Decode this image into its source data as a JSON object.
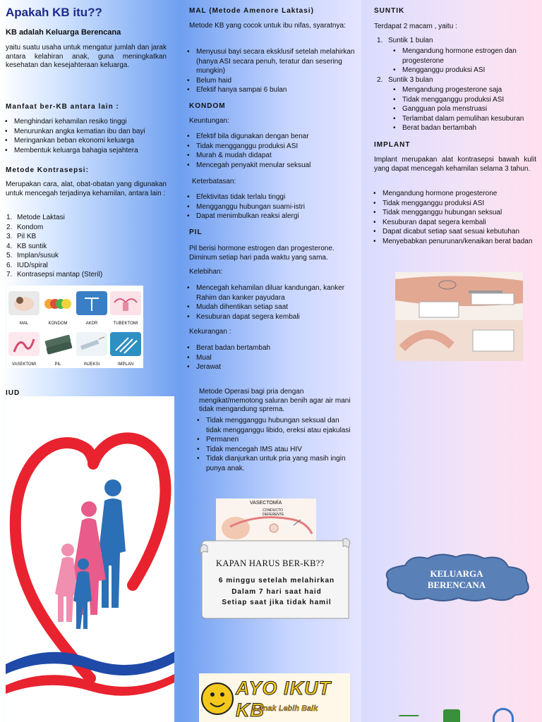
{
  "panel1": {
    "title": "Apakah KB itu??",
    "subtitle": "KB adalah Keluarga Berencana",
    "intro": "yaitu suatu usaha untuk mengatur jumlah dan jarak antara kelahiran anak, guna meningkatkan kesehatan dan kesejahteraan keluarga.",
    "manfaat_heading": "Manfaat ber-KB antara lain :",
    "manfaat_items": [
      "Menghindari kehamilan resiko tinggi",
      "Menurunkan angka kematian ibu dan bayi",
      "Meringankan beban ekonomi keluarga",
      "Membentuk keluarga bahagia sejahtera"
    ],
    "metode_heading": "Metode Kontrasepsi:",
    "metode_intro": "Merupakan cara, alat, obat-obatan yang digunakan untuk mencegah terjadinya kehamilan, antara lain :",
    "metode_items": [
      {
        "n": "1.",
        "t": "Metode Laktasi"
      },
      {
        "n": "2.",
        "t": "Kondom"
      },
      {
        "n": "3.",
        "t": "Pil KB"
      },
      {
        "n": "4.",
        "t": "KB suntik"
      },
      {
        "n": "5.",
        "t": "Implan/susuk"
      },
      {
        "n": "6.",
        "t": "IUD/spiral"
      },
      {
        "n": "7.",
        "t": "Kontrasepsi mantap (Steril)"
      }
    ],
    "grid_labels": [
      "MAL",
      "KONDOM",
      "AKDR",
      "TUBEKTOMI",
      "VASEKTOMI",
      "PIL",
      "INJEKSI",
      "IMPLAN"
    ],
    "iud_heading": "IUD"
  },
  "panel2": {
    "mal_heading": "MAL (Metode Amenore Laktasi)",
    "mal_intro": "Metode KB yang cocok untuk ibu nifas, syaratnya:",
    "mal_items": [
      "Menyusui bayi secara eksklusif setelah melahirkan (hanya ASI secara penuh, teratur dan sesering mungkin)",
      "Belum haid",
      "Efektif hanya sampai 6 bulan"
    ],
    "kondom_heading": "KONDOM",
    "keuntungan_label": "Keuntungan:",
    "keuntungan_items": [
      "Efektif bila digunakan dengan benar",
      "Tidak mengganggu produksi ASI",
      "Murah & mudah didapat",
      "Mencegah penyakit menular seksual"
    ],
    "keterbatasan_label": "Keterbatasan:",
    "keterbatasan_items": [
      "Efektivitas tidak terlalu tinggi",
      "Mengganggu hubungan suami-istri",
      "Dapat menimbulkan reaksi alergi"
    ],
    "pil_heading": "PIL",
    "pil_intro": "Pil berisi hormone estrogen dan progesterone. Diminum setiap hari pada waktu yang sama.",
    "kelebihan_label": "Kelebihan:",
    "kelebihan_items": [
      "Mencegah kehamilan diluar kandungan, kanker Rahim dan kanker payudara",
      "Mudah dihentikan setiap saat",
      "Kesuburan dapat segera kembali"
    ],
    "kekurangan_label": "Kekurangan :",
    "kekurangan_items": [
      "Berat badan bertambah",
      "Mual",
      "Jerawat"
    ],
    "mop_intro": "Metode Operasi bagi pria dengan mengikat/memotong saluran benih agar air mani tidak mengandung sprema.",
    "mop_items": [
      "Tidak mengganggu hubungan seksual dan tidak mengganggu libido, ereksi atau ejakulasi",
      "Permanen",
      "Tidak mencegah IMS atau HIV",
      "Tidak dianjurkan untuk pria yang masih ingin punya anak."
    ],
    "vasectomy_label": "VASECTOMÍA",
    "conducto_label": "CONDUCTO DEFERENTE",
    "kapan_title": "KAPAN HARUS BER-KB??",
    "kapan_lines": [
      "6 minggu setelah melahirkan",
      "Dalam 7 hari saat haid",
      "Setiap saat jika tidak hamil"
    ],
    "banner_main": "AYO IKUT KB",
    "banner_sub": "2 Anak Lebih Baik"
  },
  "panel3": {
    "suntik_heading": "SUNTIK",
    "suntik_intro": "Terdapat 2 macam , yaitu :",
    "suntik1_label": "Suntik 1 bulan",
    "suntik1_items": [
      "Mengandung hormone estrogen dan progesterone",
      "Mengganggu produksi ASI"
    ],
    "suntik3_label": "Suntik 3 bulan",
    "suntik3_items": [
      "Mengandung progesterone saja",
      "Tidak mengganggu produksi ASI",
      "Gangguan pola menstruasi",
      "Terlambat dalam pemulihan kesuburan",
      "Berat badan bertambah"
    ],
    "implant_heading": "IMPLANT",
    "implant_intro": "Implant merupakan alat kontrasepsi bawah kulit yang dapat mencegah kehamilan selama 3 tahun.",
    "implant_items": [
      "Mengandung hormone progesterone",
      "Tidak mengganggu produksi ASI",
      "Tidak mengganggu hubungan seksual",
      "Kesuburan dapat segera kembali",
      "Dapat dicabut setiap saat sesuai kebutuhan",
      "Menyebabkan penurunan/kenaikan berat badan"
    ],
    "cloud_line1": "KELUARGA",
    "cloud_line2": "BERENCANA"
  },
  "colors": {
    "title_blue": "#1d2a8a",
    "heart_red": "#e8232f",
    "cloud_blue": "#5a80b8"
  }
}
